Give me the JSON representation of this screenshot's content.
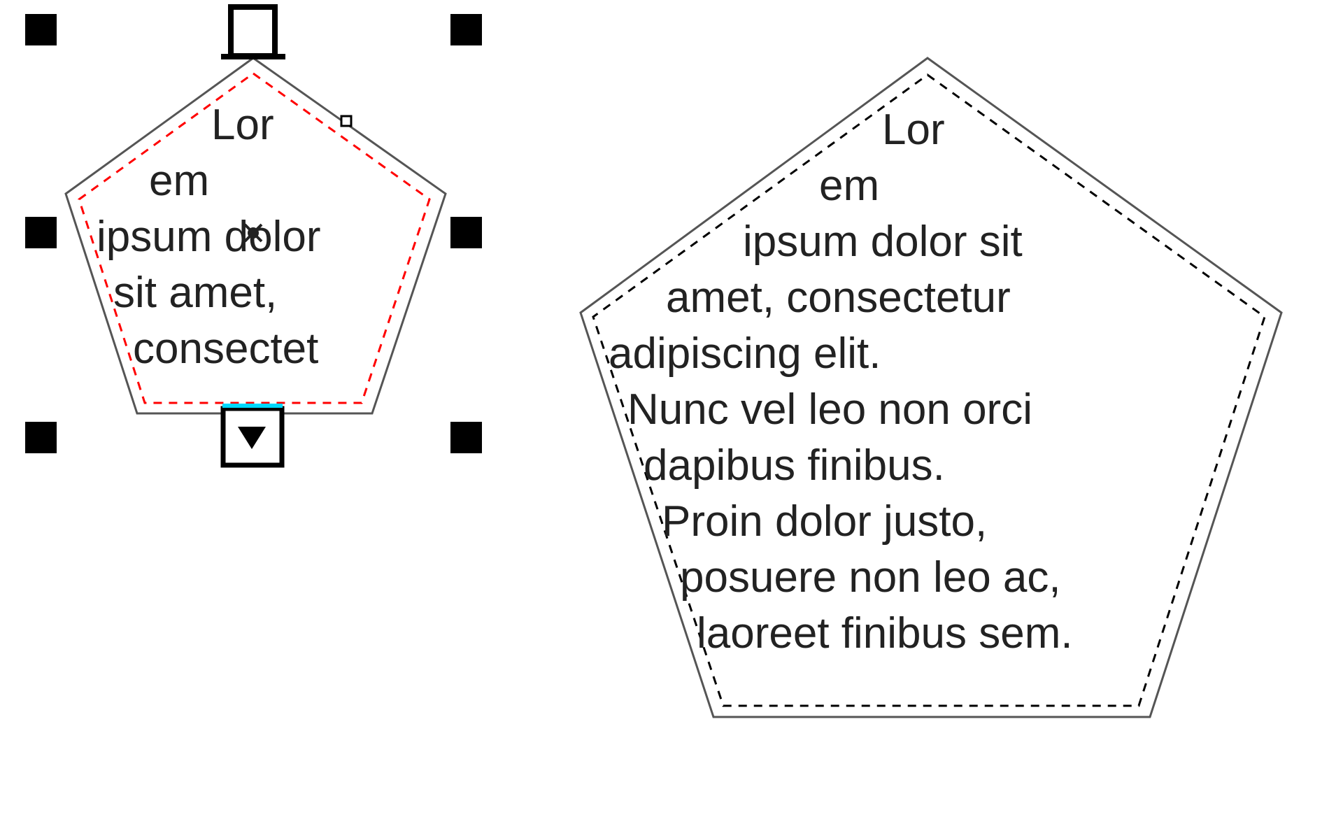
{
  "shapes": [
    {
      "id": "small",
      "selected": true,
      "text_lines": [
        "Lor",
        "em",
        "ipsum dolor",
        "sit amet,",
        "consectet"
      ],
      "inner_outline_color": "#ff0000"
    },
    {
      "id": "large",
      "selected": false,
      "text_lines": [
        "Lor",
        "em",
        "ipsum dolor sit",
        "amet, consectetur",
        "adipiscing elit.",
        "Nunc vel leo non orci",
        "dapibus finibus.",
        "Proin dolor justo,",
        "posuere non leo ac,",
        "laoreet finibus sem."
      ],
      "inner_outline_color": "#000000"
    }
  ],
  "colors": {
    "outline": "#555555",
    "text": "#222222",
    "handle": "#000000",
    "link_marker": "#00d8ff",
    "background": "#ffffff"
  },
  "icons": {
    "top_handle": "text-frame-top-anchor-icon",
    "bottom_handle": "overflow-arrow-icon",
    "center_handle": "rotation-center-icon"
  }
}
